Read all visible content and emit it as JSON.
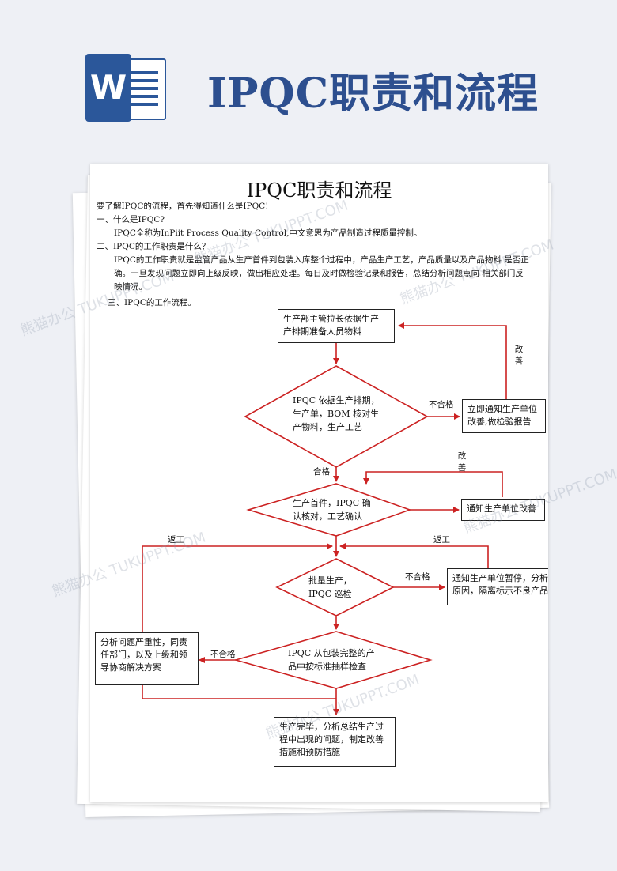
{
  "header": {
    "logo_letter": "W",
    "title": "IPQC职责和流程"
  },
  "document": {
    "title": "IPQC职责和流程",
    "paragraphs": [
      "要了解IPQC的流程，首先得知道什么是IPQC!",
      "一、什么是IPQC?",
      "IPQC全称为InPiit Process Quality Control,中文意思为产品制造过程质量控制。",
      "二、IPQC的工作职责是什么？",
      "IPQC的工作职责就是监管产品从生产首件到包装入库整个过程中，产品生产工艺，产品质量以及产品物料 是否正",
      "确。一旦发现问题立即向上级反映，做出相应处理。每日及时做检验记录和报告，总结分析问题点向 相关部门反",
      "映情况。",
      "三、IPQC的工作流程。"
    ]
  },
  "flowchart": {
    "box_start": [
      "生产部主管拉长依据生产",
      "产排期准备人员物料"
    ],
    "diamond1": [
      "IPQC 依据生产排期，",
      "生产单，BOM 核对生",
      "产物料，生产工艺"
    ],
    "box_notify_inspect": [
      "立即通知生产单位",
      "改善,做检验报告"
    ],
    "diamond2": [
      "生产首件，IPQC 确",
      "认核对，工艺确认"
    ],
    "box_notify_improve": [
      "通知生产单位改善"
    ],
    "diamond3": [
      "批量生产，",
      "IPQC 巡检"
    ],
    "box_suspend": [
      "通知生产单位暂停，分析",
      "原因，隔离标示不良产品"
    ],
    "diamond4": [
      "IPQC  从包装完整的产",
      "品中按标准抽样检查"
    ],
    "box_analyze": [
      "分析问题严重性，同责",
      "任部门，以及上级和领",
      "导协商解决方案"
    ],
    "box_end": [
      "生产完毕，分析总结生产过",
      "程中出现的问题，制定改善",
      "措施和预防措施"
    ],
    "labels": {
      "fail": "不合格",
      "pass": "合格",
      "improve": "改善",
      "rework": "返工"
    }
  },
  "watermark": "熊猫办公 TUKUPPT.COM",
  "colors": {
    "accent": "#2b579a",
    "title": "#2d4f8f",
    "arrow": "#cc2222"
  }
}
